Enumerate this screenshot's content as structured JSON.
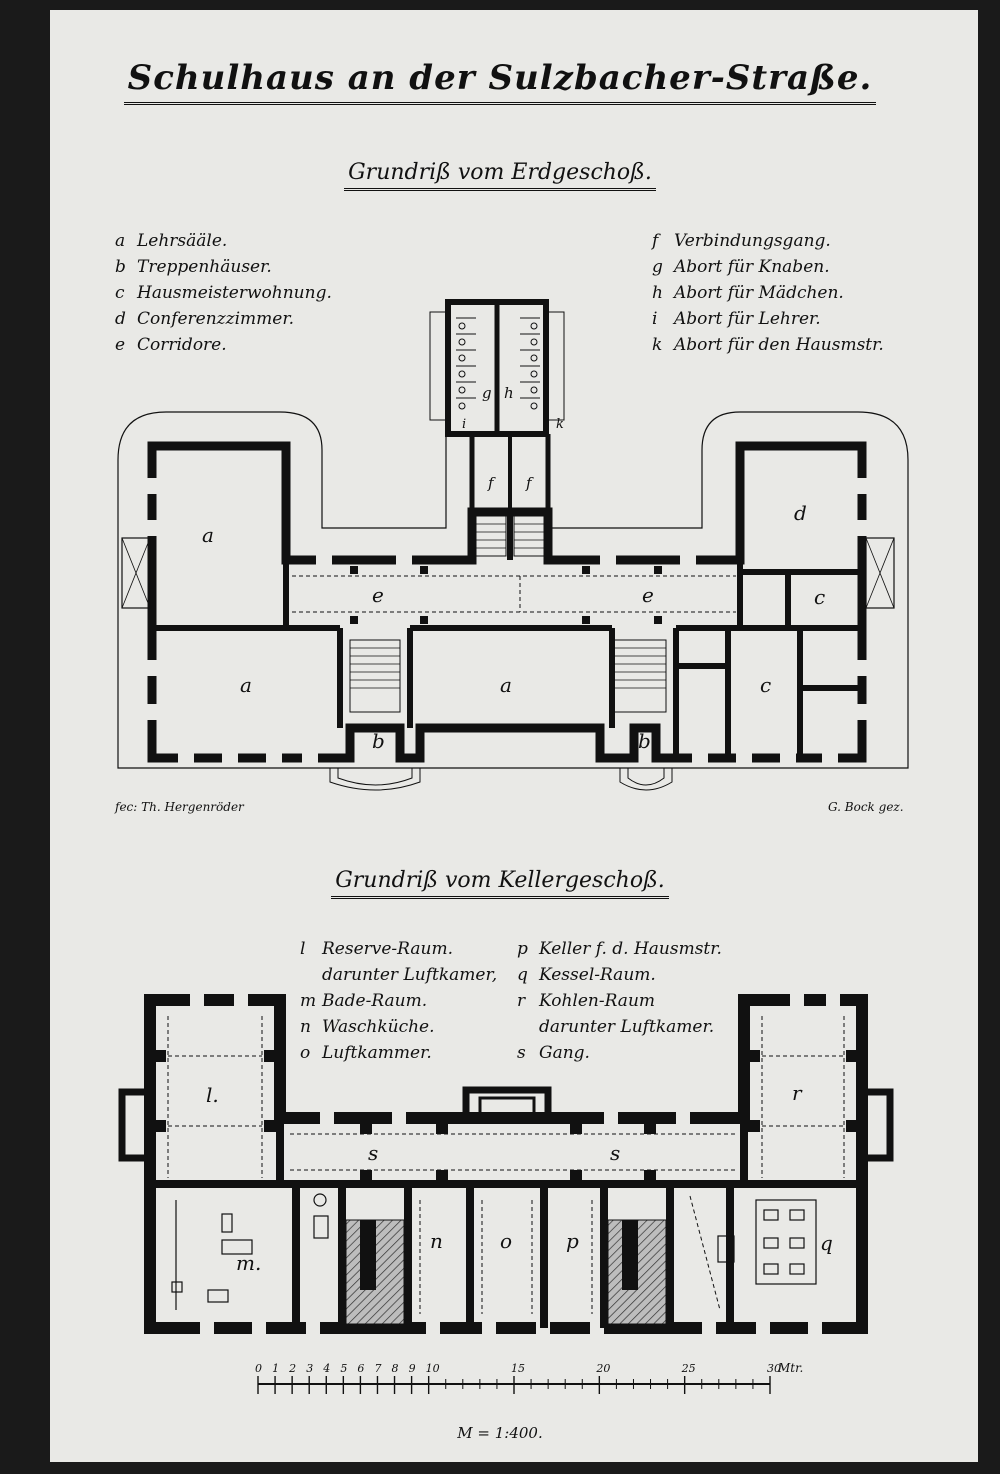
{
  "title": "Schulhaus an der Sulzbacher-Straße.",
  "ground_floor": {
    "title": "Grundriß vom Erdgeschoß.",
    "legend_left": [
      {
        "key": "a",
        "label": "Lehrsääle."
      },
      {
        "key": "b",
        "label": "Treppenhäuser."
      },
      {
        "key": "c",
        "label": "Hausmeisterwohnung."
      },
      {
        "key": "d",
        "label": "Conferenzzimmer."
      },
      {
        "key": "e",
        "label": "Corridore."
      }
    ],
    "legend_right": [
      {
        "key": "f",
        "label": "Verbindungsgang."
      },
      {
        "key": "g",
        "label": "Abort für Knaben."
      },
      {
        "key": "h",
        "label": "Abort für Mädchen."
      },
      {
        "key": "i",
        "label": "Abort für Lehrer."
      },
      {
        "key": "k",
        "label": "Abort für den Hausmstr."
      }
    ],
    "room_labels": {
      "a1": "a",
      "a2": "a",
      "a3": "a",
      "b1": "b",
      "b2": "b",
      "c1": "c",
      "c2": "c",
      "d": "d",
      "e1": "e",
      "e2": "e",
      "f1": "f",
      "f2": "f",
      "g": "g",
      "h": "h",
      "i": "i",
      "k": "k"
    }
  },
  "cellar": {
    "title": "Grundriß vom Kellergeschoß.",
    "legend_left": [
      {
        "key": "l",
        "label": "Reserve-Raum."
      },
      {
        "key": "",
        "label": "darunter Luftkamer,"
      },
      {
        "key": "m",
        "label": "Bade-Raum."
      },
      {
        "key": "n",
        "label": "Waschküche."
      },
      {
        "key": "o",
        "label": "Luftkammer."
      }
    ],
    "legend_right": [
      {
        "key": "p",
        "label": "Keller f. d. Hausmstr."
      },
      {
        "key": "q",
        "label": "Kessel-Raum."
      },
      {
        "key": "r",
        "label": "Kohlen-Raum"
      },
      {
        "key": "",
        "label": "darunter Luftkamer."
      },
      {
        "key": "s",
        "label": "Gang."
      }
    ],
    "room_labels": {
      "l": "l.",
      "m": "m.",
      "n": "n",
      "o": "o",
      "p": "p",
      "q": "q",
      "r": "r",
      "s1": "s",
      "s2": "s"
    }
  },
  "credits": {
    "left": "fec: Th. Hergenröder",
    "right": "G. Bock gez."
  },
  "scale": {
    "ticks": [
      "0",
      "1",
      "2",
      "3",
      "4",
      "5",
      "6",
      "7",
      "8",
      "9",
      "10",
      "15",
      "20",
      "25",
      "30"
    ],
    "unit": "Mtr.",
    "ratio": "M = 1:400."
  },
  "colors": {
    "paper": "#e9e9e6",
    "ink": "#111111",
    "border": "#1a1a1a"
  }
}
